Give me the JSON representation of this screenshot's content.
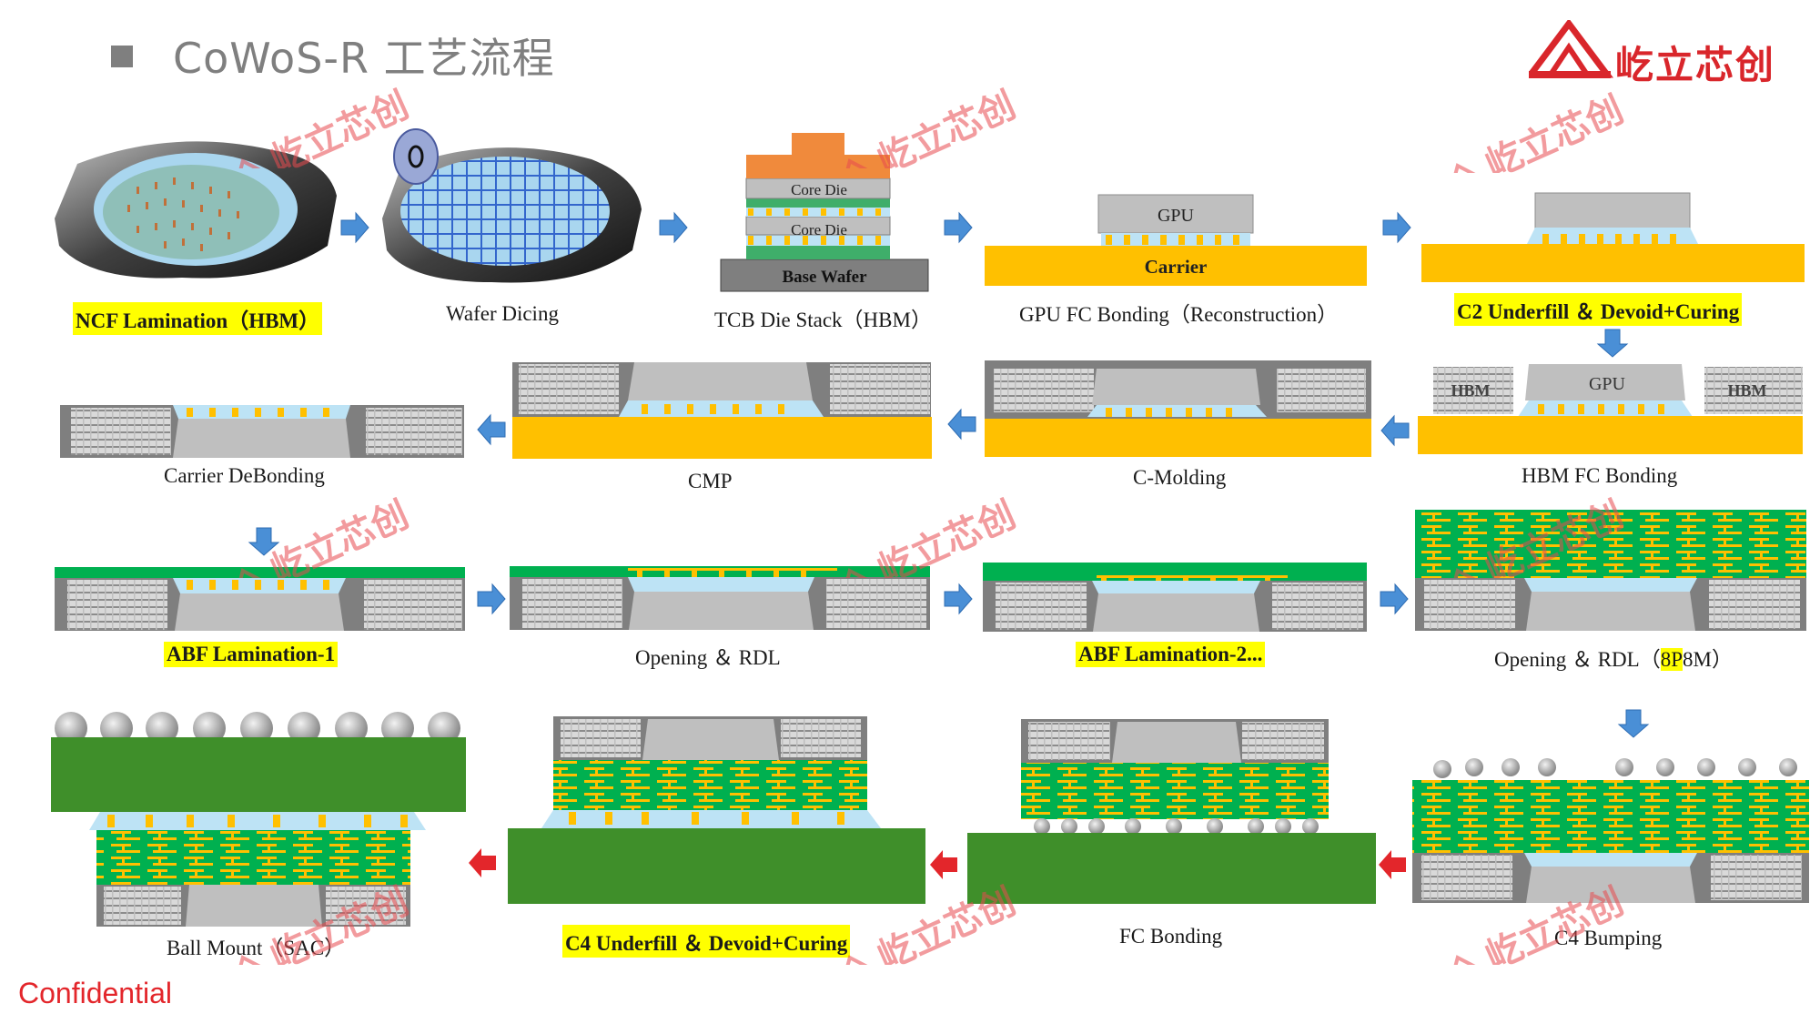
{
  "slide": {
    "title": "CoWoS-R 工艺流程",
    "logo_text": "屹立芯创",
    "watermark": "屹立芯创",
    "confidential": "Confidential"
  },
  "labels": {
    "core_die": "Core Die",
    "base_wafer": "Base Wafer",
    "gpu": "GPU",
    "carrier": "Carrier",
    "hbm": "HBM"
  },
  "steps": [
    {
      "id": "ncf",
      "caption": "NCF Lamination（HBM）",
      "highlight": true
    },
    {
      "id": "dicing",
      "caption": "Wafer Dicing",
      "highlight": false
    },
    {
      "id": "tcb",
      "caption": "TCB Die Stack（HBM）",
      "highlight": false
    },
    {
      "id": "gpufc",
      "caption": "GPU FC Bonding（Reconstruction）",
      "highlight": false
    },
    {
      "id": "c2uf",
      "caption": "C2 Underfill ＆ Devoid+Curing",
      "highlight": true
    },
    {
      "id": "hbmfc",
      "caption": "HBM FC Bonding",
      "highlight": false
    },
    {
      "id": "cmold",
      "caption": "C-Molding",
      "highlight": false
    },
    {
      "id": "cmp",
      "caption": "CMP",
      "highlight": false
    },
    {
      "id": "debond",
      "caption": "Carrier DeBonding",
      "highlight": false
    },
    {
      "id": "abf1",
      "caption": "ABF Lamination-1",
      "highlight": true
    },
    {
      "id": "rdl1",
      "caption": "Opening ＆ RDL",
      "highlight": false
    },
    {
      "id": "abf2",
      "caption": "ABF Lamination-2...",
      "highlight": true
    },
    {
      "id": "rdl2_pre",
      "caption": "Opening ＆ RDL（",
      "highlight": false
    },
    {
      "id": "rdl2_hl",
      "caption": "8P",
      "highlight": true
    },
    {
      "id": "rdl2_post",
      "caption": "8M）",
      "highlight": false
    },
    {
      "id": "c4bump",
      "caption": "C4 Bumping",
      "highlight": false
    },
    {
      "id": "fcbond",
      "caption": "FC Bonding",
      "highlight": false
    },
    {
      "id": "c4uf",
      "caption": "C4 Underfill ＆ Devoid+Curing",
      "highlight": true
    },
    {
      "id": "ball",
      "caption": "Ball Mount（SAC）",
      "highlight": false
    }
  ],
  "colors": {
    "carrier": "#ffc000",
    "abf": "#00b050",
    "substrate": "#3f8f2a",
    "die": "#bfbfbf",
    "hbm": "#d9d9d9",
    "underfill": "#bde3f5",
    "arrow_blue": "#4a8fd6",
    "arrow_red": "#e3262b",
    "watermark": "#e84b4f"
  }
}
